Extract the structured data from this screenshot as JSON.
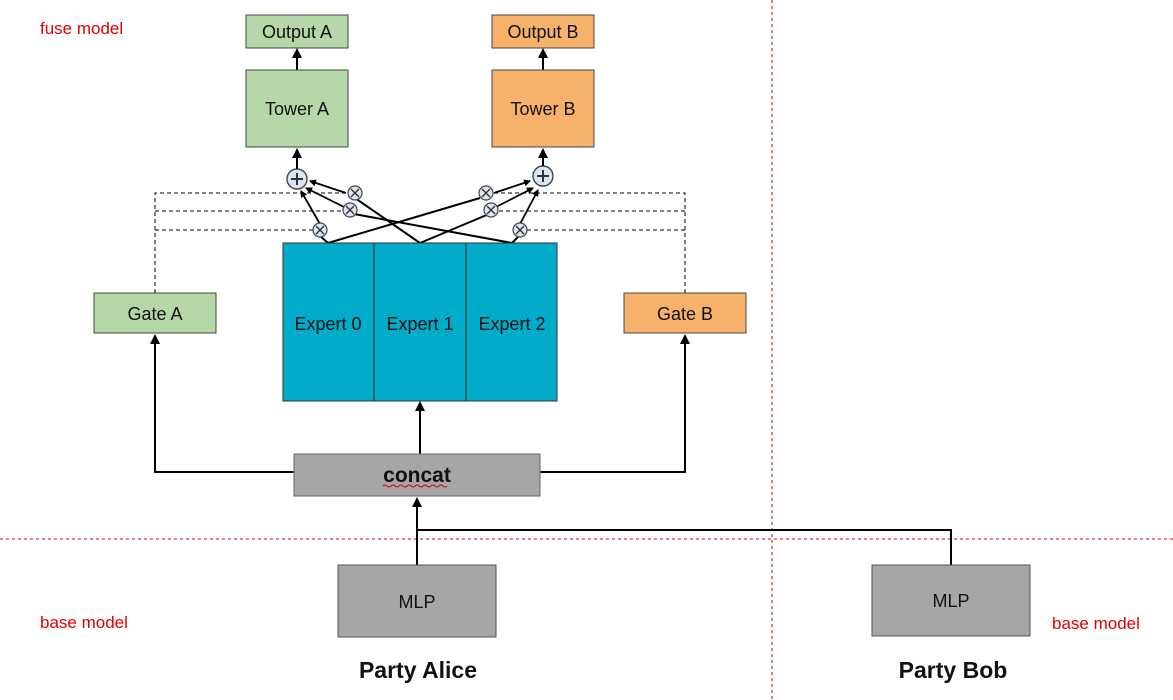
{
  "labels": {
    "fuse_model": "fuse model",
    "base_model_left": "base model",
    "base_model_right": "base model",
    "party_alice": "Party Alice",
    "party_bob": "Party Bob"
  },
  "nodes": {
    "output_a": "Output A",
    "output_b": "Output B",
    "tower_a": "Tower A",
    "tower_b": "Tower B",
    "gate_a": "Gate A",
    "gate_b": "Gate B",
    "expert_0": "Expert 0",
    "expert_1": "Expert 1",
    "expert_2": "Expert 2",
    "concat": "concat",
    "mlp_alice": "MLP",
    "mlp_bob": "MLP"
  },
  "colors": {
    "green": "#b6d7a8",
    "orange": "#f6b26b",
    "expert": "#00acca",
    "gray": "#a6a6a6",
    "red": "#e00000"
  }
}
